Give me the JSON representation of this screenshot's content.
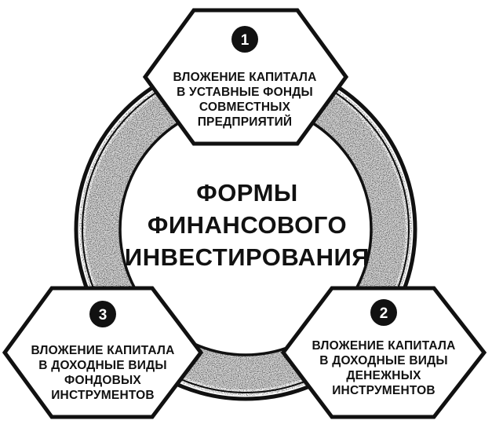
{
  "center": {
    "lines": [
      "ФОРМЫ",
      "ФИНАНСОВОГО",
      "ИНВЕСТИРОВАНИЯ"
    ]
  },
  "nodes": [
    {
      "number": "1",
      "lines": [
        "ВЛОЖЕНИЕ КАПИТАЛА",
        "В УСТАВНЫЕ ФОНДЫ",
        "СОВМЕСТНЫХ",
        "ПРЕДПРИЯТИЙ"
      ]
    },
    {
      "number": "2",
      "lines": [
        "ВЛОЖЕНИЕ КАПИТАЛА",
        "В ДОХОДНЫЕ ВИДЫ",
        "ДЕНЕЖНЫХ",
        "ИНСТРУМЕНТОВ"
      ]
    },
    {
      "number": "3",
      "lines": [
        "ВЛОЖЕНИЕ КАПИТАЛА",
        "В ДОХОДНЫЕ ВИДЫ",
        "ФОНДОВЫХ",
        "ИНСТРУМЕНТОВ"
      ]
    }
  ],
  "colors": {
    "ink": "#111111",
    "ring_fill": "#d4d4d4",
    "background": "#ffffff"
  }
}
